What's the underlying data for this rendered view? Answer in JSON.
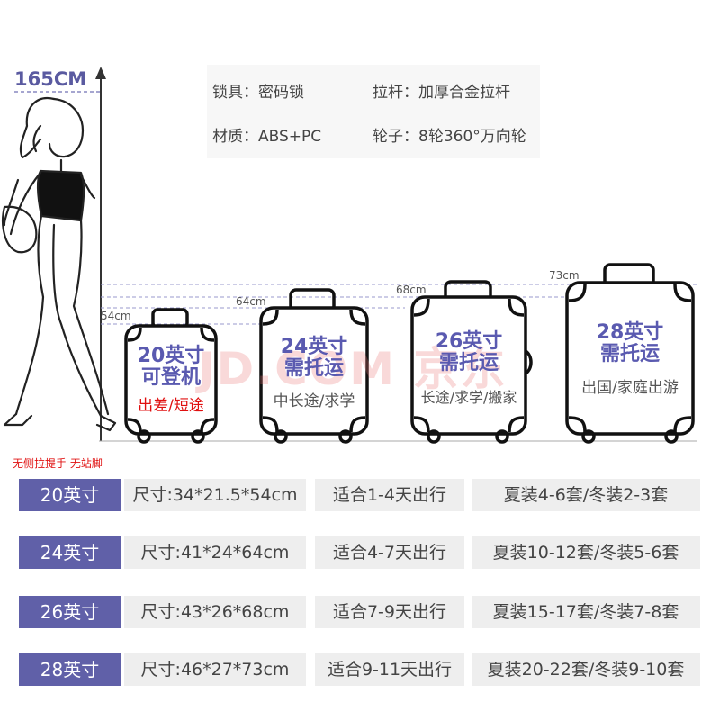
{
  "height_label": "165CM",
  "specs": {
    "lock": "锁具：密码锁",
    "handle": "拉杆：加厚合金拉杆",
    "material": "材质：ABS+PC",
    "wheels": "轮子：8轮360°万向轮"
  },
  "watermark": "JD.COM 京东",
  "measurements": [
    "54cm",
    "64cm",
    "68cm",
    "73cm"
  ],
  "suitcases": [
    {
      "size": "20英寸",
      "use_line1": "可登机",
      "use_line2": "出差/短途"
    },
    {
      "size": "24英寸",
      "use_line1": "需托运",
      "use_line2": "中长途/求学"
    },
    {
      "size": "26英寸",
      "use_line1": "需托运",
      "use_line2": "长途/求学/搬家"
    },
    {
      "size": "28英寸",
      "use_line1": "需托运",
      "use_line2": "出国/家庭出游"
    }
  ],
  "note": "无侧拉提手 无站脚",
  "table": [
    {
      "size": "20英寸",
      "dims": "尺寸:34*21.5*54cm",
      "days": "适合1-4天出行",
      "clothes": "夏装4-6套/冬装2-3套"
    },
    {
      "size": "24英寸",
      "dims": "尺寸:41*24*64cm",
      "days": "适合4-7天出行",
      "clothes": "夏装10-12套/冬装5-6套"
    },
    {
      "size": "26英寸",
      "dims": "尺寸:43*26*68cm",
      "days": "适合7-9天出行",
      "clothes": "夏装15-17套/冬装7-8套"
    },
    {
      "size": "28英寸",
      "dims": "尺寸:46*27*73cm",
      "days": "适合9-11天出行",
      "clothes": "夏装20-22套/冬装9-10套"
    }
  ],
  "colors": {
    "accent": "#6060a8",
    "title": "#5a5ab0",
    "highlight": "#e01010"
  }
}
